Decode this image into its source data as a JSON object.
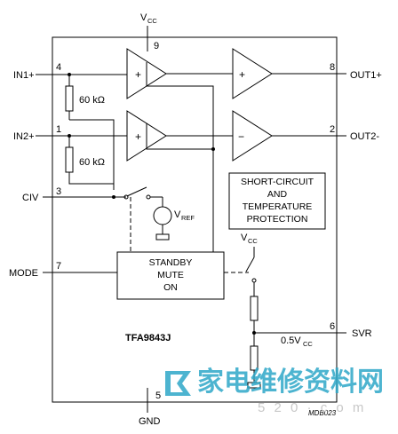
{
  "supply": {
    "name": "V",
    "sub": "CC"
  },
  "pins": {
    "vcc": "9",
    "in1": "4",
    "in2": "1",
    "civ": "3",
    "mode": "7",
    "out1": "8",
    "out2": "2",
    "svr": "6",
    "gnd": "5"
  },
  "labels": {
    "in1": "IN1+",
    "in2": "IN2+",
    "civ": "CIV",
    "mode": "MODE",
    "out1": "OUT1+",
    "out2": "OUT2-",
    "svr": "SVR",
    "gnd": "GND"
  },
  "resistors": {
    "r1": "60 kΩ",
    "r2": "60 kΩ"
  },
  "vref": {
    "name": "V",
    "sub": "REF"
  },
  "protection": [
    "SHORT-CIRCUIT",
    "AND",
    "TEMPERATURE",
    "PROTECTION"
  ],
  "standby": [
    "STANDBY",
    "MUTE",
    "ON"
  ],
  "switch_vcc": {
    "name": "V",
    "sub": "CC"
  },
  "half_vcc": {
    "name": "0.5V",
    "sub": "CC"
  },
  "chip": "TFA9843J",
  "ref_code": "MDB023",
  "amp_signs": {
    "plus": "+",
    "minus": "−"
  },
  "watermark": {
    "text": "家电维修资料网",
    "url": "5 2 0 · c o m"
  }
}
